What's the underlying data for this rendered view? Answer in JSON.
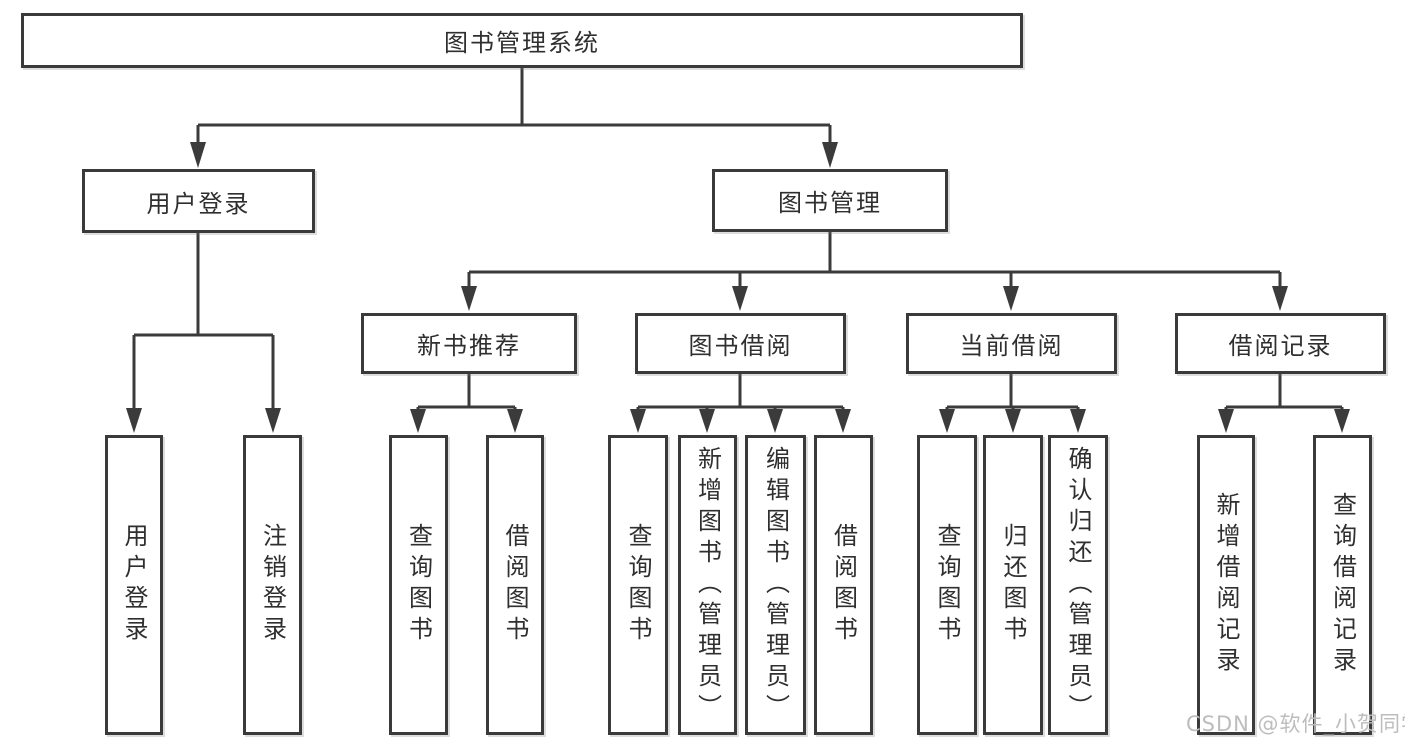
{
  "tree": {
    "root": {
      "label": "图书管理系统",
      "children": [
        {
          "label": "用户登录",
          "children": [
            {
              "label": "用户登录"
            },
            {
              "label": "注销登录"
            }
          ]
        },
        {
          "label": "图书管理",
          "children": [
            {
              "label": "新书推荐",
              "children": [
                {
                  "label": "查询图书"
                },
                {
                  "label": "借阅图书"
                }
              ]
            },
            {
              "label": "图书借阅",
              "children": [
                {
                  "label": "查询图书"
                },
                {
                  "label": "新增图书（管理员）"
                },
                {
                  "label": "编辑图书（管理员）"
                },
                {
                  "label": "借阅图书"
                }
              ]
            },
            {
              "label": "当前借阅",
              "children": [
                {
                  "label": "查询图书"
                },
                {
                  "label": "归还图书"
                },
                {
                  "label": "确认归还（管理员）"
                }
              ]
            },
            {
              "label": "借阅记录",
              "children": [
                {
                  "label": "新增借阅记录"
                },
                {
                  "label": "查询借阅记录"
                }
              ]
            }
          ]
        }
      ]
    }
  },
  "watermark": {
    "text": "CSDN @软件_小贺同学"
  },
  "colors": {
    "line": "#3b3b3b",
    "box_border": "#3a3a3a",
    "text": "#2f2f2f",
    "watermark_text": "#bdbdbd",
    "background": "#ffffff"
  }
}
